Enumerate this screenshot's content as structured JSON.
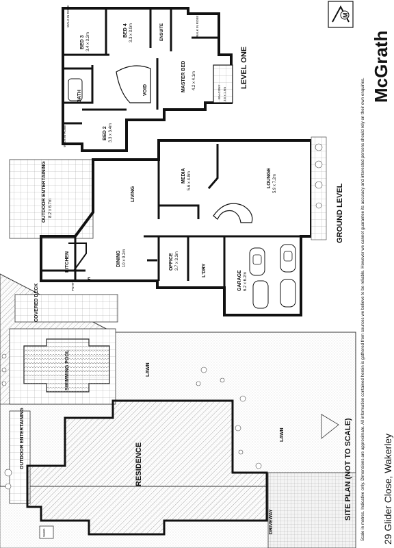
{
  "brand": {
    "name": "McGrath",
    "logo_letter": "M"
  },
  "address": "29 Glider Close, Wakerley",
  "disclaimer": "Scale in metres. Indicative only. Dimensions are approximate. All information contained herein is gathered from sources we believe to be reliable. However we cannot guarantee its accuracy and interested persons should rely on their own enquiries.",
  "headings": {
    "level_one": "LEVEL ONE",
    "ground_level": "GROUND LEVEL",
    "site_plan": "SITE PLAN (NOT TO SCALE)"
  },
  "level_one": {
    "walk_in_robe_1": "WALK IN ROBE",
    "bed3": {
      "name": "BED 3",
      "dim": "3.4 x 3.2m"
    },
    "bed4": {
      "name": "BED 4",
      "dim": "3.3 x 3.0m"
    },
    "ensuite": "ENSUITE",
    "walk_in_robe_2": "WALK IN ROBE",
    "bath": "BATH",
    "void": "VOID",
    "master_bed": {
      "name": "MASTER BED",
      "dim": "4.2 x 4.1m"
    },
    "balcony": {
      "name": "BALCONY",
      "dim": "3.5 x 1.9m"
    },
    "walk_in_robe_3": "WALK IN ROBE",
    "bed2": {
      "name": "BED 2",
      "dim": "3.3 x 3.4m"
    }
  },
  "ground": {
    "outdoor_entertaining": {
      "name": "OUTDOOR ENTERTAINING",
      "dim": "8.2 x 6.7m"
    },
    "living": "LIVING",
    "media": {
      "name": "MEDIA",
      "dim": "5.6 x 4.8m"
    },
    "lounge": {
      "name": "LOUNGE",
      "dim": "5.9 x 7.2m"
    },
    "kitchen": "KITCHEN",
    "dining": {
      "name": "DINING",
      "dim": "10 x 9.2m"
    },
    "office": {
      "name": "OFFICE",
      "dim": "3.7 x 3.3m"
    },
    "ldry": "L'DRY",
    "pntry": "PNTRY",
    "fridge": "F",
    "garage": {
      "name": "GARAGE",
      "dim": "6.2 x 6.2m"
    }
  },
  "site": {
    "covered_deck": "COVERED DECK",
    "pool": "SWIMMING POOL",
    "lawn_1": "LAWN",
    "lawn_2": "LAWN",
    "outdoor_entertaining": "OUTDOOR ENTERTAINING",
    "residence": "RESIDENCE",
    "driveway": "DRIVEWAY",
    "shed": "SHED"
  }
}
